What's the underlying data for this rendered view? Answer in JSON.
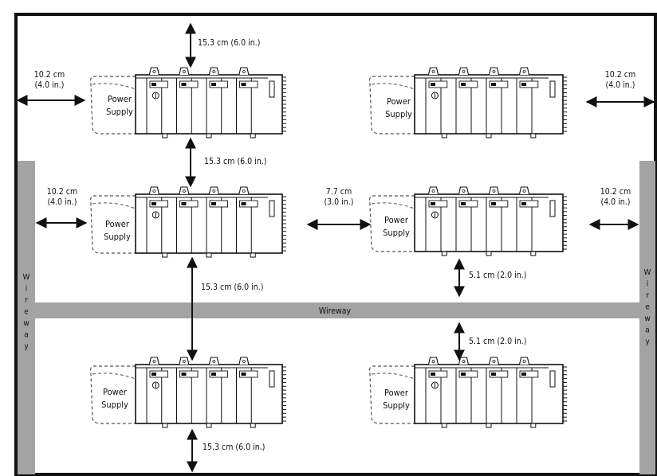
{
  "colors": {
    "frame": "#111111",
    "wireway": "#a3a3a3",
    "chassis": "#111111",
    "dashed": "#555555"
  },
  "wireway": {
    "horizontal_label": "Wireway",
    "left_label_letters": [
      "W",
      "i",
      "r",
      "e",
      "w",
      "a",
      "y"
    ],
    "right_label_letters": [
      "W",
      "i",
      "r",
      "e",
      "w",
      "a",
      "y"
    ]
  },
  "chassis": [
    {
      "id": "top-left",
      "ps_line1": "Power",
      "ps_line2": "Supply"
    },
    {
      "id": "top-right",
      "ps_line1": "Power",
      "ps_line2": "Supply"
    },
    {
      "id": "middle-left",
      "ps_line1": "Power",
      "ps_line2": "Supply"
    },
    {
      "id": "middle-right",
      "ps_line1": "Power",
      "ps_line2": "Supply"
    },
    {
      "id": "bottom-left",
      "ps_line1": "Power",
      "ps_line2": "Supply"
    },
    {
      "id": "bottom-right",
      "ps_line1": "Power",
      "ps_line2": "Supply"
    }
  ],
  "dimensions": {
    "top_clearance": "15.3 cm (6.0 in.)",
    "top_left_side_l1": "10.2 cm",
    "top_left_side_l2": "(4.0 in.)",
    "top_right_side_l1": "10.2 cm",
    "top_right_side_l2": "(4.0 in.)",
    "between_rows_1": "15.3 cm (6.0 in.)",
    "mid_left_side_l1": "10.2 cm",
    "mid_left_side_l2": "(4.0 in.)",
    "between_chassis_l1": "7.7 cm",
    "between_chassis_l2": "(3.0 in.)",
    "mid_right_side_l1": "10.2 cm",
    "mid_right_side_l2": "(4.0 in.)",
    "mid_to_wireway": "5.1 cm (2.0 in.)",
    "between_rows_2": "15.3 cm (6.0 in.)",
    "wireway_to_bottom": "5.1 cm (2.0 in.)",
    "bottom_clearance": "15.3 cm (6.0 in.)"
  }
}
